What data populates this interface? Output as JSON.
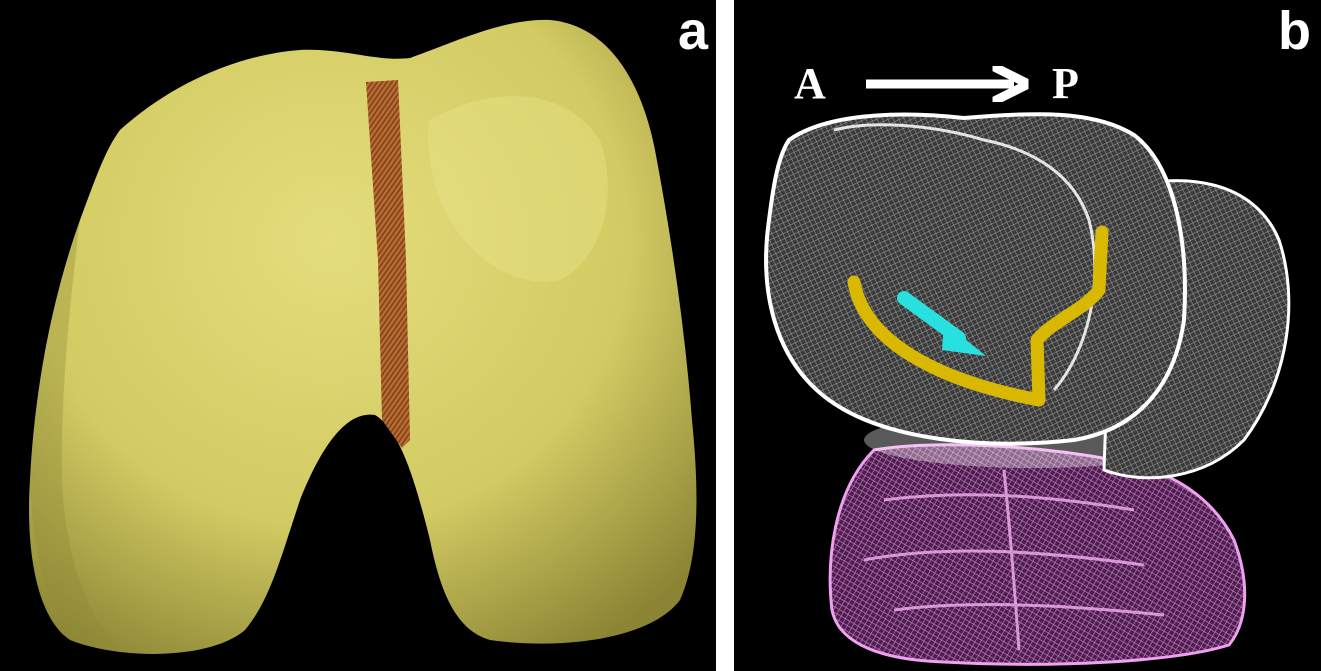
{
  "figure": {
    "panel_a": {
      "letter": "a",
      "colors": {
        "background": "#000000",
        "bone": "#d8d16a",
        "strip": "#b5642a"
      },
      "icon": "femur-condyle-render"
    },
    "panel_b": {
      "letter": "b",
      "direction": {
        "from": "A",
        "to": "P"
      },
      "colors": {
        "background": "#000000",
        "femur_mesh": "#ffffff",
        "tibia_mesh": "#e680e6",
        "contact_path": "#d8b800",
        "motion_arrow": "#28e0e0"
      },
      "icon": "knee-wireframe-render"
    }
  }
}
